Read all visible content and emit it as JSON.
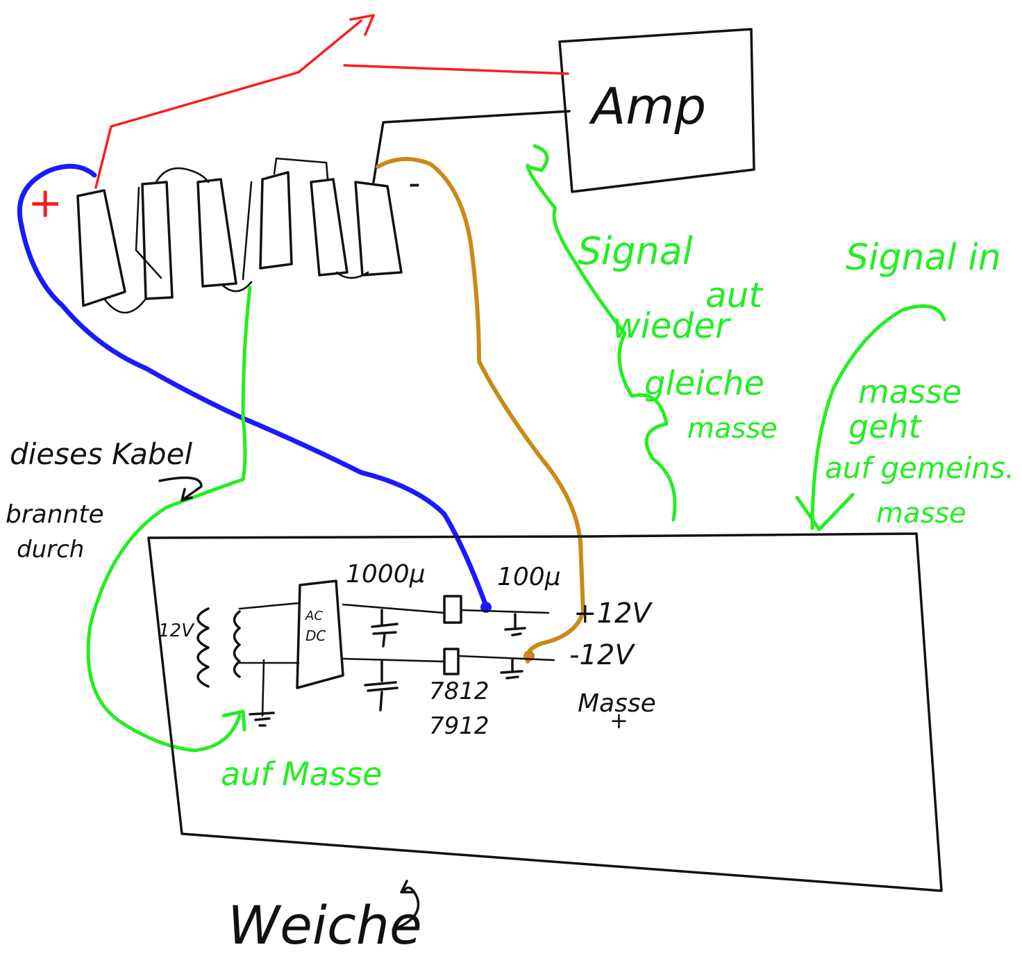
{
  "labels": {
    "amp": "Amp",
    "plus": "+",
    "minus": "-",
    "signal_out_1": "Signal",
    "signal_out_2": "aut",
    "signal_out_3": "wieder",
    "signal_out_4": "gleiche",
    "signal_out_5": "masse",
    "signal_in": "Signal in",
    "masse_1": "masse",
    "masse_2": "geht",
    "masse_3": "auf gemeins.",
    "masse_4": "masse",
    "kabel_1": "dieses Kabel",
    "kabel_2": "brannte",
    "kabel_3": "durch",
    "auf_masse": "auf Masse",
    "weiche": "Weiche",
    "cap_1000": "1000μ",
    "cap_100": "100μ",
    "v_pos": "+12V",
    "v_neg": "-12V",
    "masse_label": "Masse",
    "transformer_v": "12V",
    "acdc_1": "AC",
    "acdc_2": "DC",
    "reg_1": "7812",
    "reg_2": "7912"
  },
  "colors": {
    "ink": "#111111",
    "red_wire": "#ff1a1a",
    "blue_wire": "#1a1aff",
    "green_wire": "#22ee22",
    "brown_wire": "#c88a18"
  }
}
